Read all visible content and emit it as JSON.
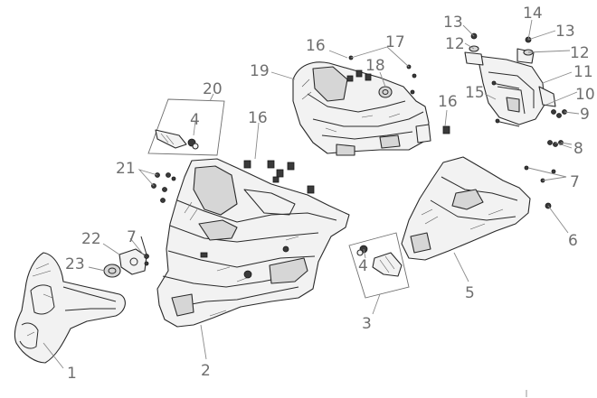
{
  "callouts": [
    {
      "id": "c1",
      "text": "1"
    },
    {
      "id": "c2",
      "text": "2"
    },
    {
      "id": "c3",
      "text": "3"
    },
    {
      "id": "c4a",
      "text": "4"
    },
    {
      "id": "c4b",
      "text": "4"
    },
    {
      "id": "c5",
      "text": "5"
    },
    {
      "id": "c6",
      "text": "6"
    },
    {
      "id": "c7a",
      "text": "7"
    },
    {
      "id": "c7b",
      "text": "7"
    },
    {
      "id": "c8",
      "text": "8"
    },
    {
      "id": "c9",
      "text": "9"
    },
    {
      "id": "c10",
      "text": "10"
    },
    {
      "id": "c11",
      "text": "11"
    },
    {
      "id": "c12a",
      "text": "12"
    },
    {
      "id": "c12b",
      "text": "12"
    },
    {
      "id": "c13a",
      "text": "13"
    },
    {
      "id": "c13b",
      "text": "13"
    },
    {
      "id": "c14",
      "text": "14"
    },
    {
      "id": "c15",
      "text": "15"
    },
    {
      "id": "c16a",
      "text": "16"
    },
    {
      "id": "c16b",
      "text": "16"
    },
    {
      "id": "c16c",
      "text": "16"
    },
    {
      "id": "c17",
      "text": "17"
    },
    {
      "id": "c18",
      "text": "18"
    },
    {
      "id": "c19",
      "text": "19"
    },
    {
      "id": "c20",
      "text": "20"
    },
    {
      "id": "c21",
      "text": "21"
    },
    {
      "id": "c22",
      "text": "22"
    },
    {
      "id": "c23",
      "text": "23"
    }
  ]
}
